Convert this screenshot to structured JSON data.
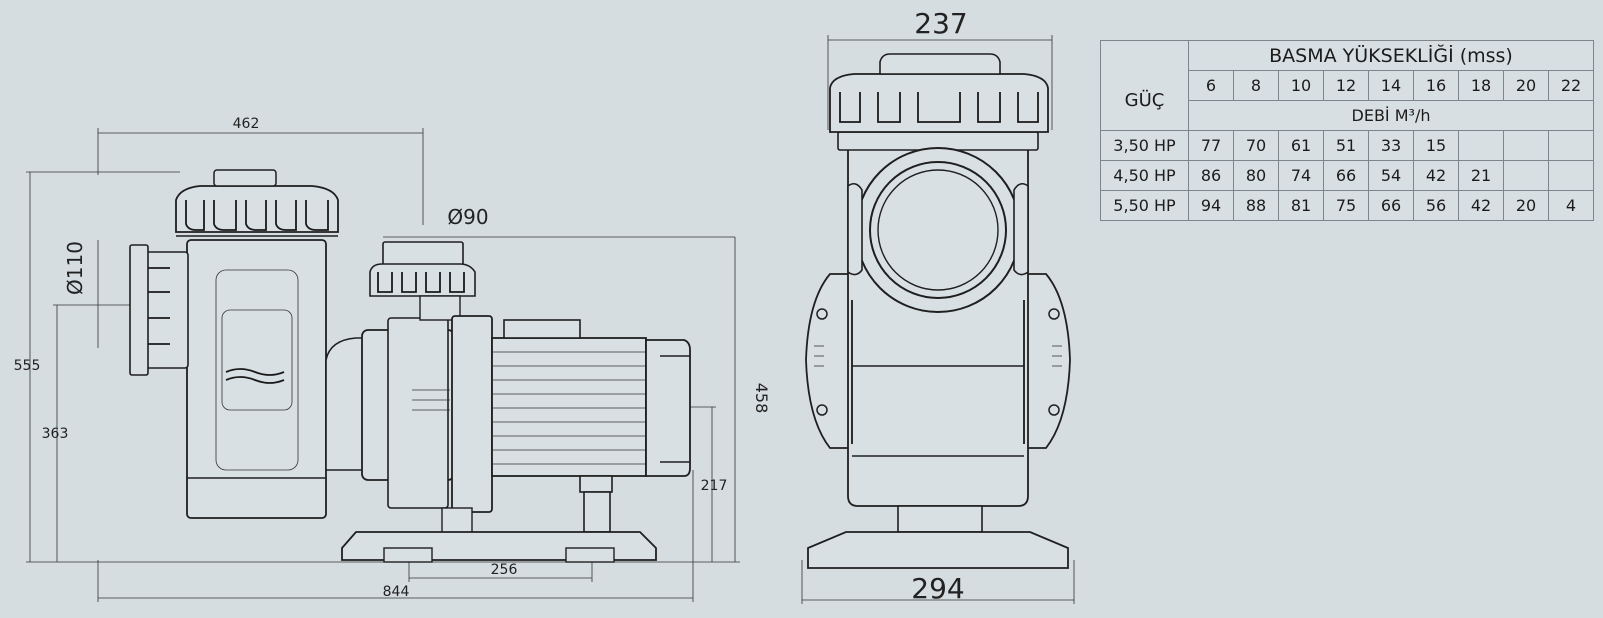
{
  "side_view": {
    "width_top": "462",
    "outlet_dia": "Ø90",
    "inlet_dia": "Ø110",
    "height_total": "555",
    "inlet_height": "363",
    "outlet_height": "458",
    "base_height": "217",
    "base_bolt_spacing": "256",
    "total_length": "844"
  },
  "front_view": {
    "top_width": "237",
    "base_width": "294"
  },
  "performance_table": {
    "title": "BASMA YÜKSEKLİĞİ (mss)",
    "row_header": "GÜÇ",
    "flow_label": "DEBİ M³/h",
    "heads": [
      "6",
      "8",
      "10",
      "12",
      "14",
      "16",
      "18",
      "20",
      "22"
    ],
    "rows": [
      {
        "power": "3,50 HP",
        "values": [
          "77",
          "70",
          "61",
          "51",
          "33",
          "15",
          "",
          "",
          ""
        ]
      },
      {
        "power": "4,50 HP",
        "values": [
          "86",
          "80",
          "74",
          "66",
          "54",
          "42",
          "21",
          "",
          ""
        ]
      },
      {
        "power": "5,50 HP",
        "values": [
          "94",
          "88",
          "81",
          "75",
          "66",
          "56",
          "42",
          "20",
          "4"
        ]
      }
    ]
  }
}
